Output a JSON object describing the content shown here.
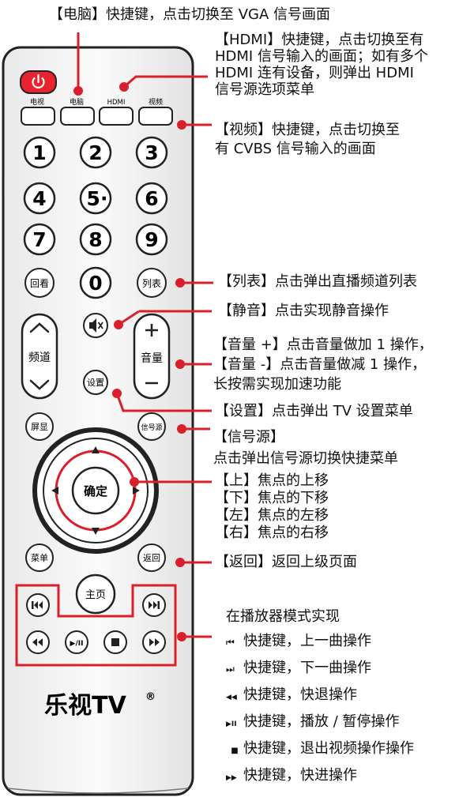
{
  "remote": {
    "labels": {
      "tv": "电视",
      "pc": "电脑",
      "hdmi": "HDMI",
      "video": "视频"
    },
    "digits": [
      "1",
      "2",
      "3",
      "4",
      "5·",
      "6",
      "7",
      "8",
      "9"
    ],
    "zero": "0",
    "replay": "回看",
    "list": "列表",
    "channel": "频道",
    "volume": "音量",
    "mute_icon": "speaker-mute-icon",
    "settings": "设置",
    "display": "屏显",
    "source": "信号源",
    "ok": "确定",
    "menu": "菜单",
    "back": "返回",
    "home": "主页",
    "play_pause": "▶/II",
    "brand": "乐视TV",
    "registered": "®",
    "power_color": "#e8232e",
    "accent_color": "#d9202a"
  },
  "annotations": {
    "pc": "【电脑】快捷键，点击切换至 VGA 信号画面",
    "hdmi": [
      "【HDMI】快捷键，点击切换至有",
      "HDMI 信号输入的画面；如有多个",
      "HDMI 连有设备，则弹出 HDMI",
      "信号源选项菜单"
    ],
    "video": [
      "【视频】快捷键，点击切换至",
      "有 CVBS 信号输入的画面"
    ],
    "list": "【列表】点击弹出直播频道列表",
    "mute": "【静音】点击实现静音操作",
    "volume": [
      "【音量 +】点击音量做加 1 操作，",
      "【音量 -】点击音量做减 1 操作，",
      "长按需实现加速功能"
    ],
    "settings": "【设置】点击弹出 TV 设置菜单",
    "source": [
      "【信号源】",
      "点击弹出信号源切换快捷菜单"
    ],
    "nav": [
      "【上】焦点的上移",
      "【下】焦点的下移",
      "【左】焦点的左移",
      "【右】焦点的右移"
    ],
    "back": "【返回】返回上级页面",
    "player_title": "在播放器模式实现",
    "player": [
      {
        "icon": "⏮",
        "text": "快捷键，上一曲操作"
      },
      {
        "icon": "⏭",
        "text": "快捷键，下一曲操作"
      },
      {
        "icon": "◀◀",
        "text": "快捷键，快退操作"
      },
      {
        "icon": "▶II",
        "text": "快捷键，播放 / 暂停操作"
      },
      {
        "icon": "■",
        "text": "快捷键，退出视频操作操作"
      },
      {
        "icon": "▶▶",
        "text": "快捷键，快进操作"
      }
    ]
  }
}
